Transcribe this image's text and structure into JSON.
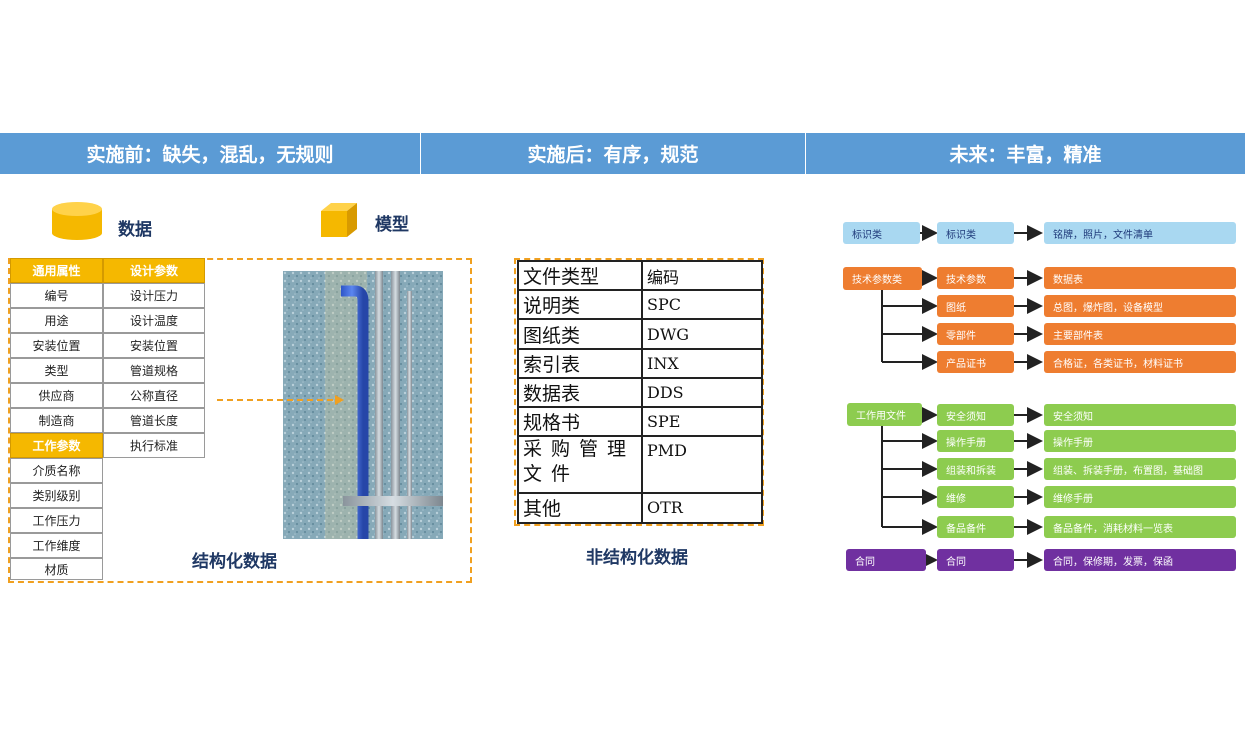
{
  "headers": [
    "实施前：缺失，混乱，无规则",
    "实施后：有序，规范",
    "未来：丰富，精准"
  ],
  "legend": {
    "data_label": "数据",
    "model_label": "模型"
  },
  "table_left": {
    "header": "通用属性",
    "items": [
      "编号",
      "用途",
      "安装位置",
      "类型",
      "供应商",
      "制造商"
    ],
    "sub_header": "工作参数",
    "sub_items": [
      "介质名称",
      "类别级别",
      "工作压力",
      "工作维度",
      "材质"
    ]
  },
  "table_right": {
    "header": "设计参数",
    "items": [
      "设计压力",
      "设计温度",
      "安装位置",
      "管道规格",
      "公称直径",
      "管道长度",
      "执行标准"
    ]
  },
  "structured_label": "结构化数据",
  "file_table": [
    {
      "name": "文件类型",
      "code": "编码"
    },
    {
      "name": "说明类",
      "code": "SPC"
    },
    {
      "name": "图纸类",
      "code": "DWG"
    },
    {
      "name": "索引表",
      "code": "INX"
    },
    {
      "name": "数据表",
      "code": "DDS"
    },
    {
      "name": "规格书",
      "code": "SPE"
    },
    {
      "name": "采购管理文件",
      "code": "PMD"
    },
    {
      "name": "其他",
      "code": "OTR"
    }
  ],
  "unstructured_label": "非结构化数据",
  "flow": {
    "marker": {
      "source": "标识类",
      "rows": [
        {
          "mid": "标识类",
          "right": "铭牌，照片，文件清单"
        }
      ]
    },
    "tech": {
      "source": "技术参数类",
      "rows": [
        {
          "mid": "技术参数",
          "right": "数据表"
        },
        {
          "mid": "图纸",
          "right": "总图，爆炸图，设备模型"
        },
        {
          "mid": "零部件",
          "right": "主要部件表"
        },
        {
          "mid": "产品证书",
          "right": "合格证，各类证书，材料证书"
        }
      ]
    },
    "work": {
      "source": "工作用文件",
      "rows": [
        {
          "mid": "安全须知",
          "right": "安全须知"
        },
        {
          "mid": "操作手册",
          "right": "操作手册"
        },
        {
          "mid": "组装和拆装",
          "right": "组装、拆装手册，布置图，基础图"
        },
        {
          "mid": "维修",
          "right": "维修手册"
        },
        {
          "mid": "备品备件",
          "right": "备品备件，消耗材料一览表"
        }
      ]
    },
    "contract": {
      "source": "合同",
      "rows": [
        {
          "mid": "合同",
          "right": "合同，保修期，发票，保函"
        }
      ]
    }
  },
  "colors": {
    "header": "#5b9bd5",
    "accent": "#f5b800",
    "orange": "#ee7d30",
    "green": "#8dcc4f",
    "purple": "#7030a0",
    "light_blue": "#a9d8f1"
  }
}
